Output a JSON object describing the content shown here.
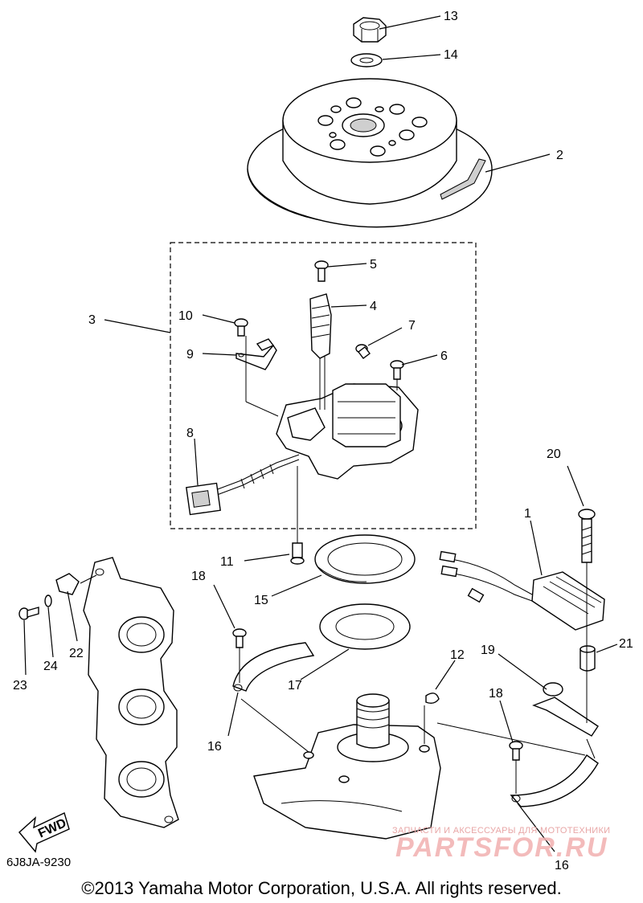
{
  "callouts": {
    "c1": "1",
    "c2": "2",
    "c3": "3",
    "c4": "4",
    "c5": "5",
    "c6": "6",
    "c7": "7",
    "c8": "8",
    "c9": "9",
    "c10": "10",
    "c11": "11",
    "c12": "12",
    "c13": "13",
    "c14": "14",
    "c15": "15",
    "c16a": "16",
    "c16b": "16",
    "c17": "17",
    "c18a": "18",
    "c18b": "18",
    "c19": "19",
    "c20": "20",
    "c21": "21",
    "c22": "22",
    "c23": "23",
    "c24": "24"
  },
  "fwd_label": "FWD",
  "reference_code": "6J8JA-9230",
  "copyright": "©2013 Yamaha Motor Corporation, U.S.A. All rights reserved.",
  "watermark": {
    "tagline": "ЗАПЧАСТИ И АКСЕССУАРЫ ДЛЯ МОТОТЕХНИКИ",
    "site": "PARTSFOR.RU"
  }
}
